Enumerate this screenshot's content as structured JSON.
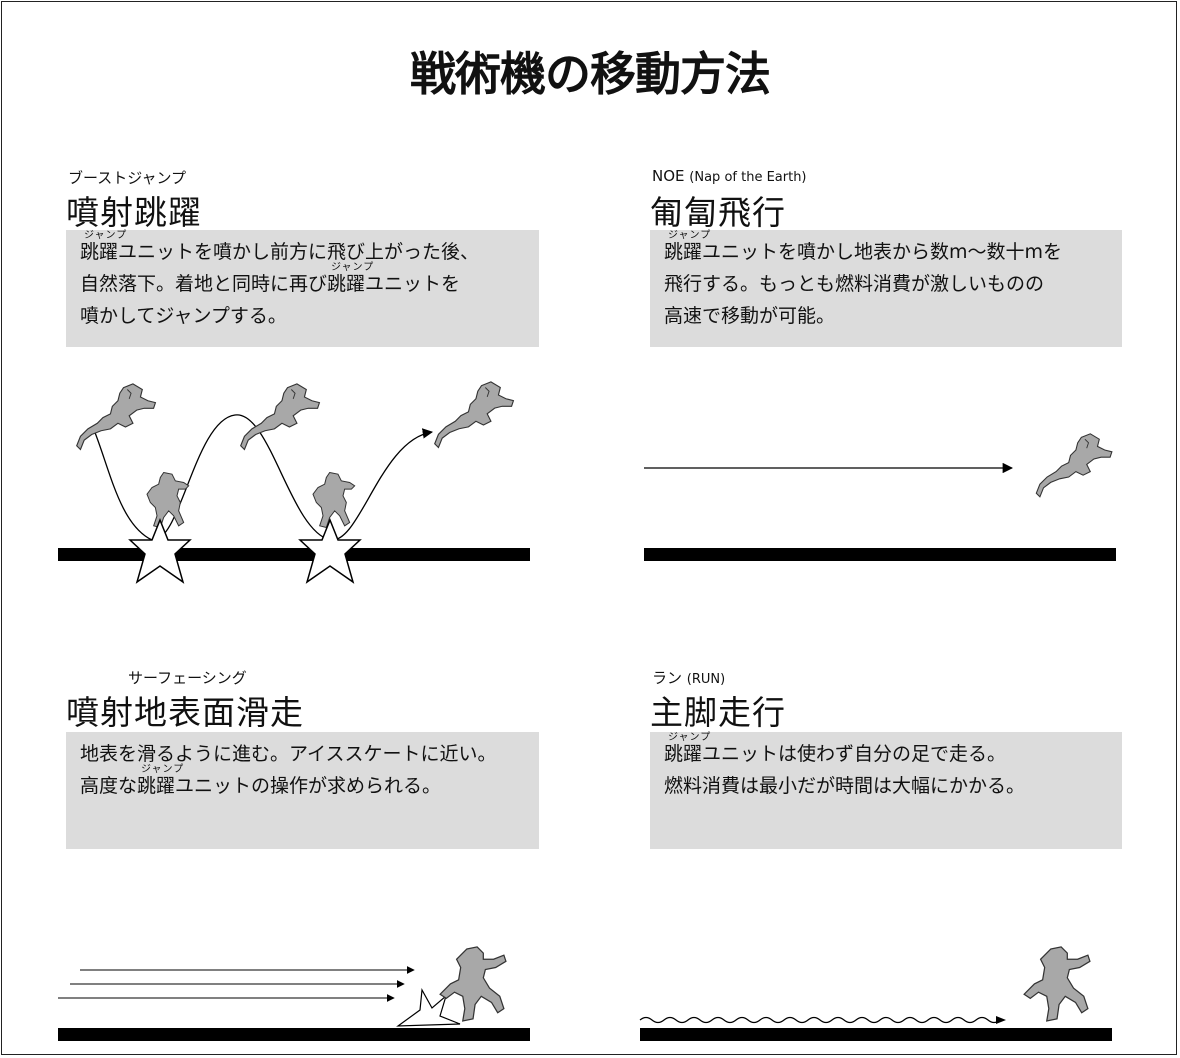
{
  "title": "戦術機の移動方法",
  "sections": [
    {
      "id": "boost-jump",
      "ruby": "ブーストジャンプ",
      "heading": "噴射跳躍",
      "lines": [
        {
          "pre": "",
          "rb": "跳躍",
          "rt": "ジャンプ",
          "post": "ユニットを噴かし前方に飛び上がった後、"
        },
        {
          "pre": "自然落下。着地と同時に再び",
          "rb": "跳躍",
          "rt": "ジャンプ",
          "post": "ユニットを"
        },
        {
          "pre": "噴かしてジャンプする。",
          "rb": "",
          "rt": "",
          "post": ""
        }
      ]
    },
    {
      "id": "noe",
      "ruby": "NOE",
      "ruby_small": "(Nap of the Earth)",
      "heading": "匍匐飛行",
      "lines": [
        {
          "pre": "",
          "rb": "跳躍",
          "rt": "ジャンプ",
          "post": "ユニットを噴かし地表から数m〜数十mを"
        },
        {
          "pre": "飛行する。もっとも燃料消費が激しいものの",
          "rb": "",
          "rt": "",
          "post": ""
        },
        {
          "pre": "高速で移動が可能。",
          "rb": "",
          "rt": "",
          "post": ""
        }
      ]
    },
    {
      "id": "surfacing",
      "ruby": "サーフェーシング",
      "heading": "噴射地表面滑走",
      "lines": [
        {
          "pre": "地表を滑るように進む。アイススケートに近い。",
          "rb": "",
          "rt": "",
          "post": ""
        },
        {
          "pre": "高度な",
          "rb": "跳躍",
          "rt": "ジャンプ",
          "post": "ユニットの操作が求められる。"
        }
      ]
    },
    {
      "id": "run",
      "ruby": "ラン",
      "ruby_small": "(RUN)",
      "heading": "主脚走行",
      "lines": [
        {
          "pre": "",
          "rb": "跳躍",
          "rt": "ジャンプ",
          "post": "ユニットは使わず自分の足で走る。"
        },
        {
          "pre": "燃料消費は最小だが時間は大幅にかかる。",
          "rb": "",
          "rt": "",
          "post": ""
        }
      ]
    }
  ],
  "colors": {
    "panel": "#dcdcdc",
    "figure": "#a8a8a8",
    "ground": "#000000"
  }
}
